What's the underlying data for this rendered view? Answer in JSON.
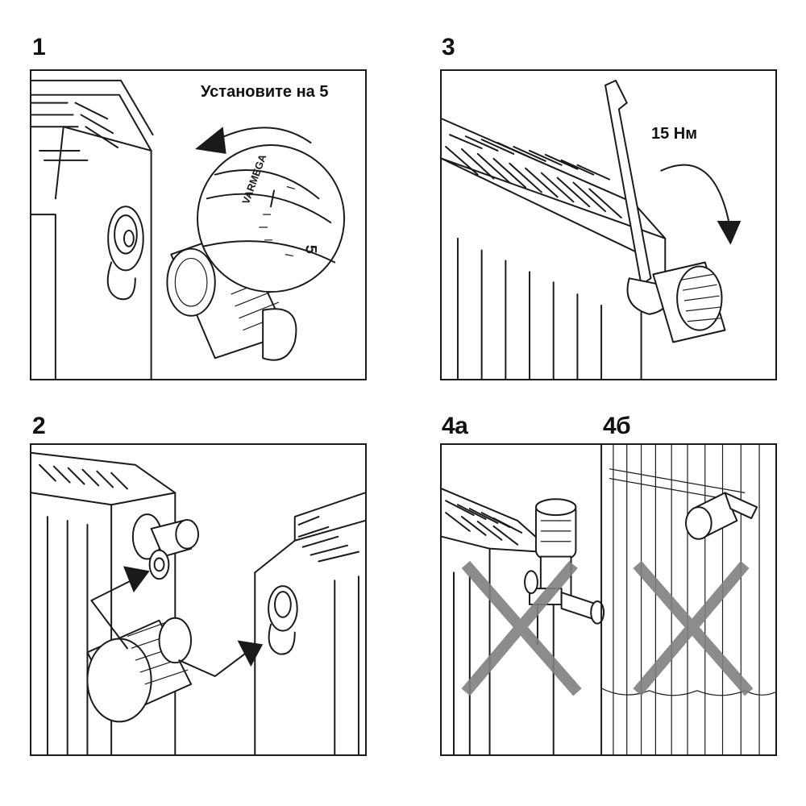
{
  "steps": {
    "s1": {
      "number": "1",
      "caption": "Установите на 5",
      "dial_brand": "VARMEGA",
      "dial_mark": "5"
    },
    "s2": {
      "number": "2"
    },
    "s3": {
      "number": "3",
      "caption": "15 Нм"
    },
    "s4a": {
      "number": "4а"
    },
    "s4b": {
      "number": "4б"
    }
  },
  "colors": {
    "ink": "#1a1a1a",
    "cross": "#7f7f7f",
    "background": "#ffffff"
  }
}
